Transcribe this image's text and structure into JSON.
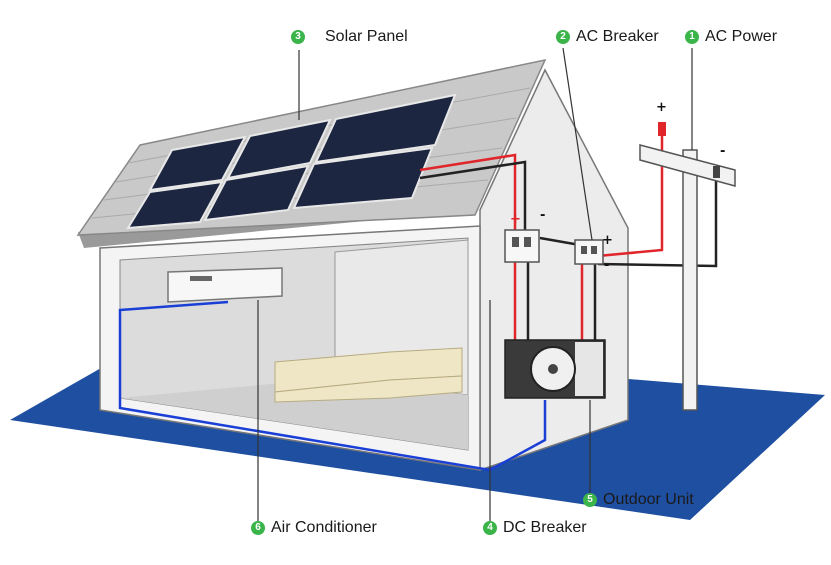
{
  "labels": [
    {
      "num": "3",
      "text": "Solar Panel"
    },
    {
      "num": "2",
      "text": "AC Breaker"
    },
    {
      "num": "1",
      "text": "AC Power"
    },
    {
      "num": "5",
      "text": "Outdoor Unit"
    },
    {
      "num": "6",
      "text": "Air Conditioner"
    },
    {
      "num": "4",
      "text": "DC Breaker"
    }
  ],
  "signs": {
    "plus": "+",
    "minus": "-"
  },
  "colors": {
    "badge": "#3bb44a",
    "floor": "#1f4fa0",
    "dc_wire": "#e0262b",
    "ac_wire": "#1a3fd6",
    "roof": "#c9c9c9",
    "panel": "#1c2640"
  }
}
